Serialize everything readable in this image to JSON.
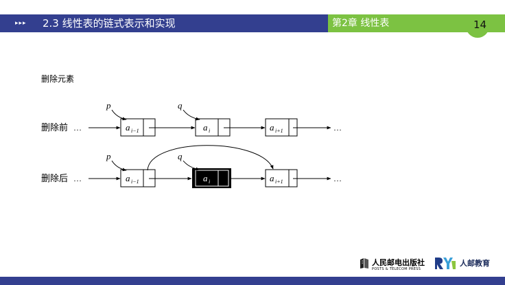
{
  "header": {
    "arrows": "▸▸▸",
    "title": "2.3 线性表的链式表示和实现",
    "chapter": "第2章 线性表",
    "page_number": "14",
    "colors": {
      "left_band": "#333f8f",
      "right_band": "#7cc242"
    }
  },
  "section_title": "删除元素",
  "diagram": {
    "before": {
      "row_label": "删除前",
      "ellipsis": "…",
      "pointers": [
        "p",
        "q"
      ],
      "nodes": [
        {
          "label_base": "a",
          "label_sub": "i−1"
        },
        {
          "label_base": "a",
          "label_sub": "i"
        },
        {
          "label_base": "a",
          "label_sub": "i+1"
        }
      ]
    },
    "after": {
      "row_label": "删除后",
      "ellipsis": "…",
      "pointers": [
        "p",
        "q"
      ],
      "nodes": [
        {
          "label_base": "a",
          "label_sub": "i−1"
        },
        {
          "label_base": "a",
          "label_sub": "i",
          "highlighted": true
        },
        {
          "label_base": "a",
          "label_sub": "i+1"
        }
      ]
    }
  },
  "footer": {
    "logo_left_text": "人民邮电出版社",
    "logo_left_subtext": "POSTS & TELECOM PRESS",
    "logo_right_text": "人邮教育",
    "icons": [
      "book-logo-icon",
      "ry-logo-icon"
    ]
  }
}
